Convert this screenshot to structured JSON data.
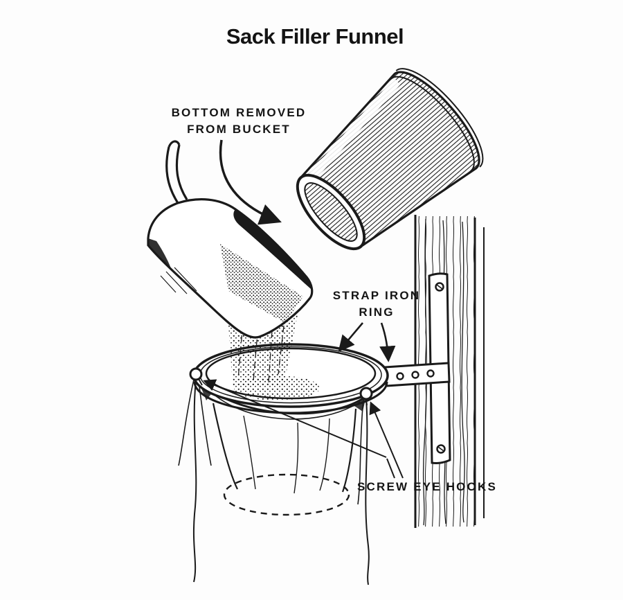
{
  "title": "Sack Filler Funnel",
  "annotations": {
    "bucket_label": {
      "line1": "BOTTOM REMOVED",
      "line2": "FROM BUCKET"
    },
    "ring_label": {
      "line1": "STRAP IRON",
      "line2": "RING"
    },
    "hooks_label": {
      "text": "SCREW EYE HOOKS"
    }
  },
  "colors": {
    "ink": "#1a1a1a",
    "background": "#fdfdfd"
  }
}
